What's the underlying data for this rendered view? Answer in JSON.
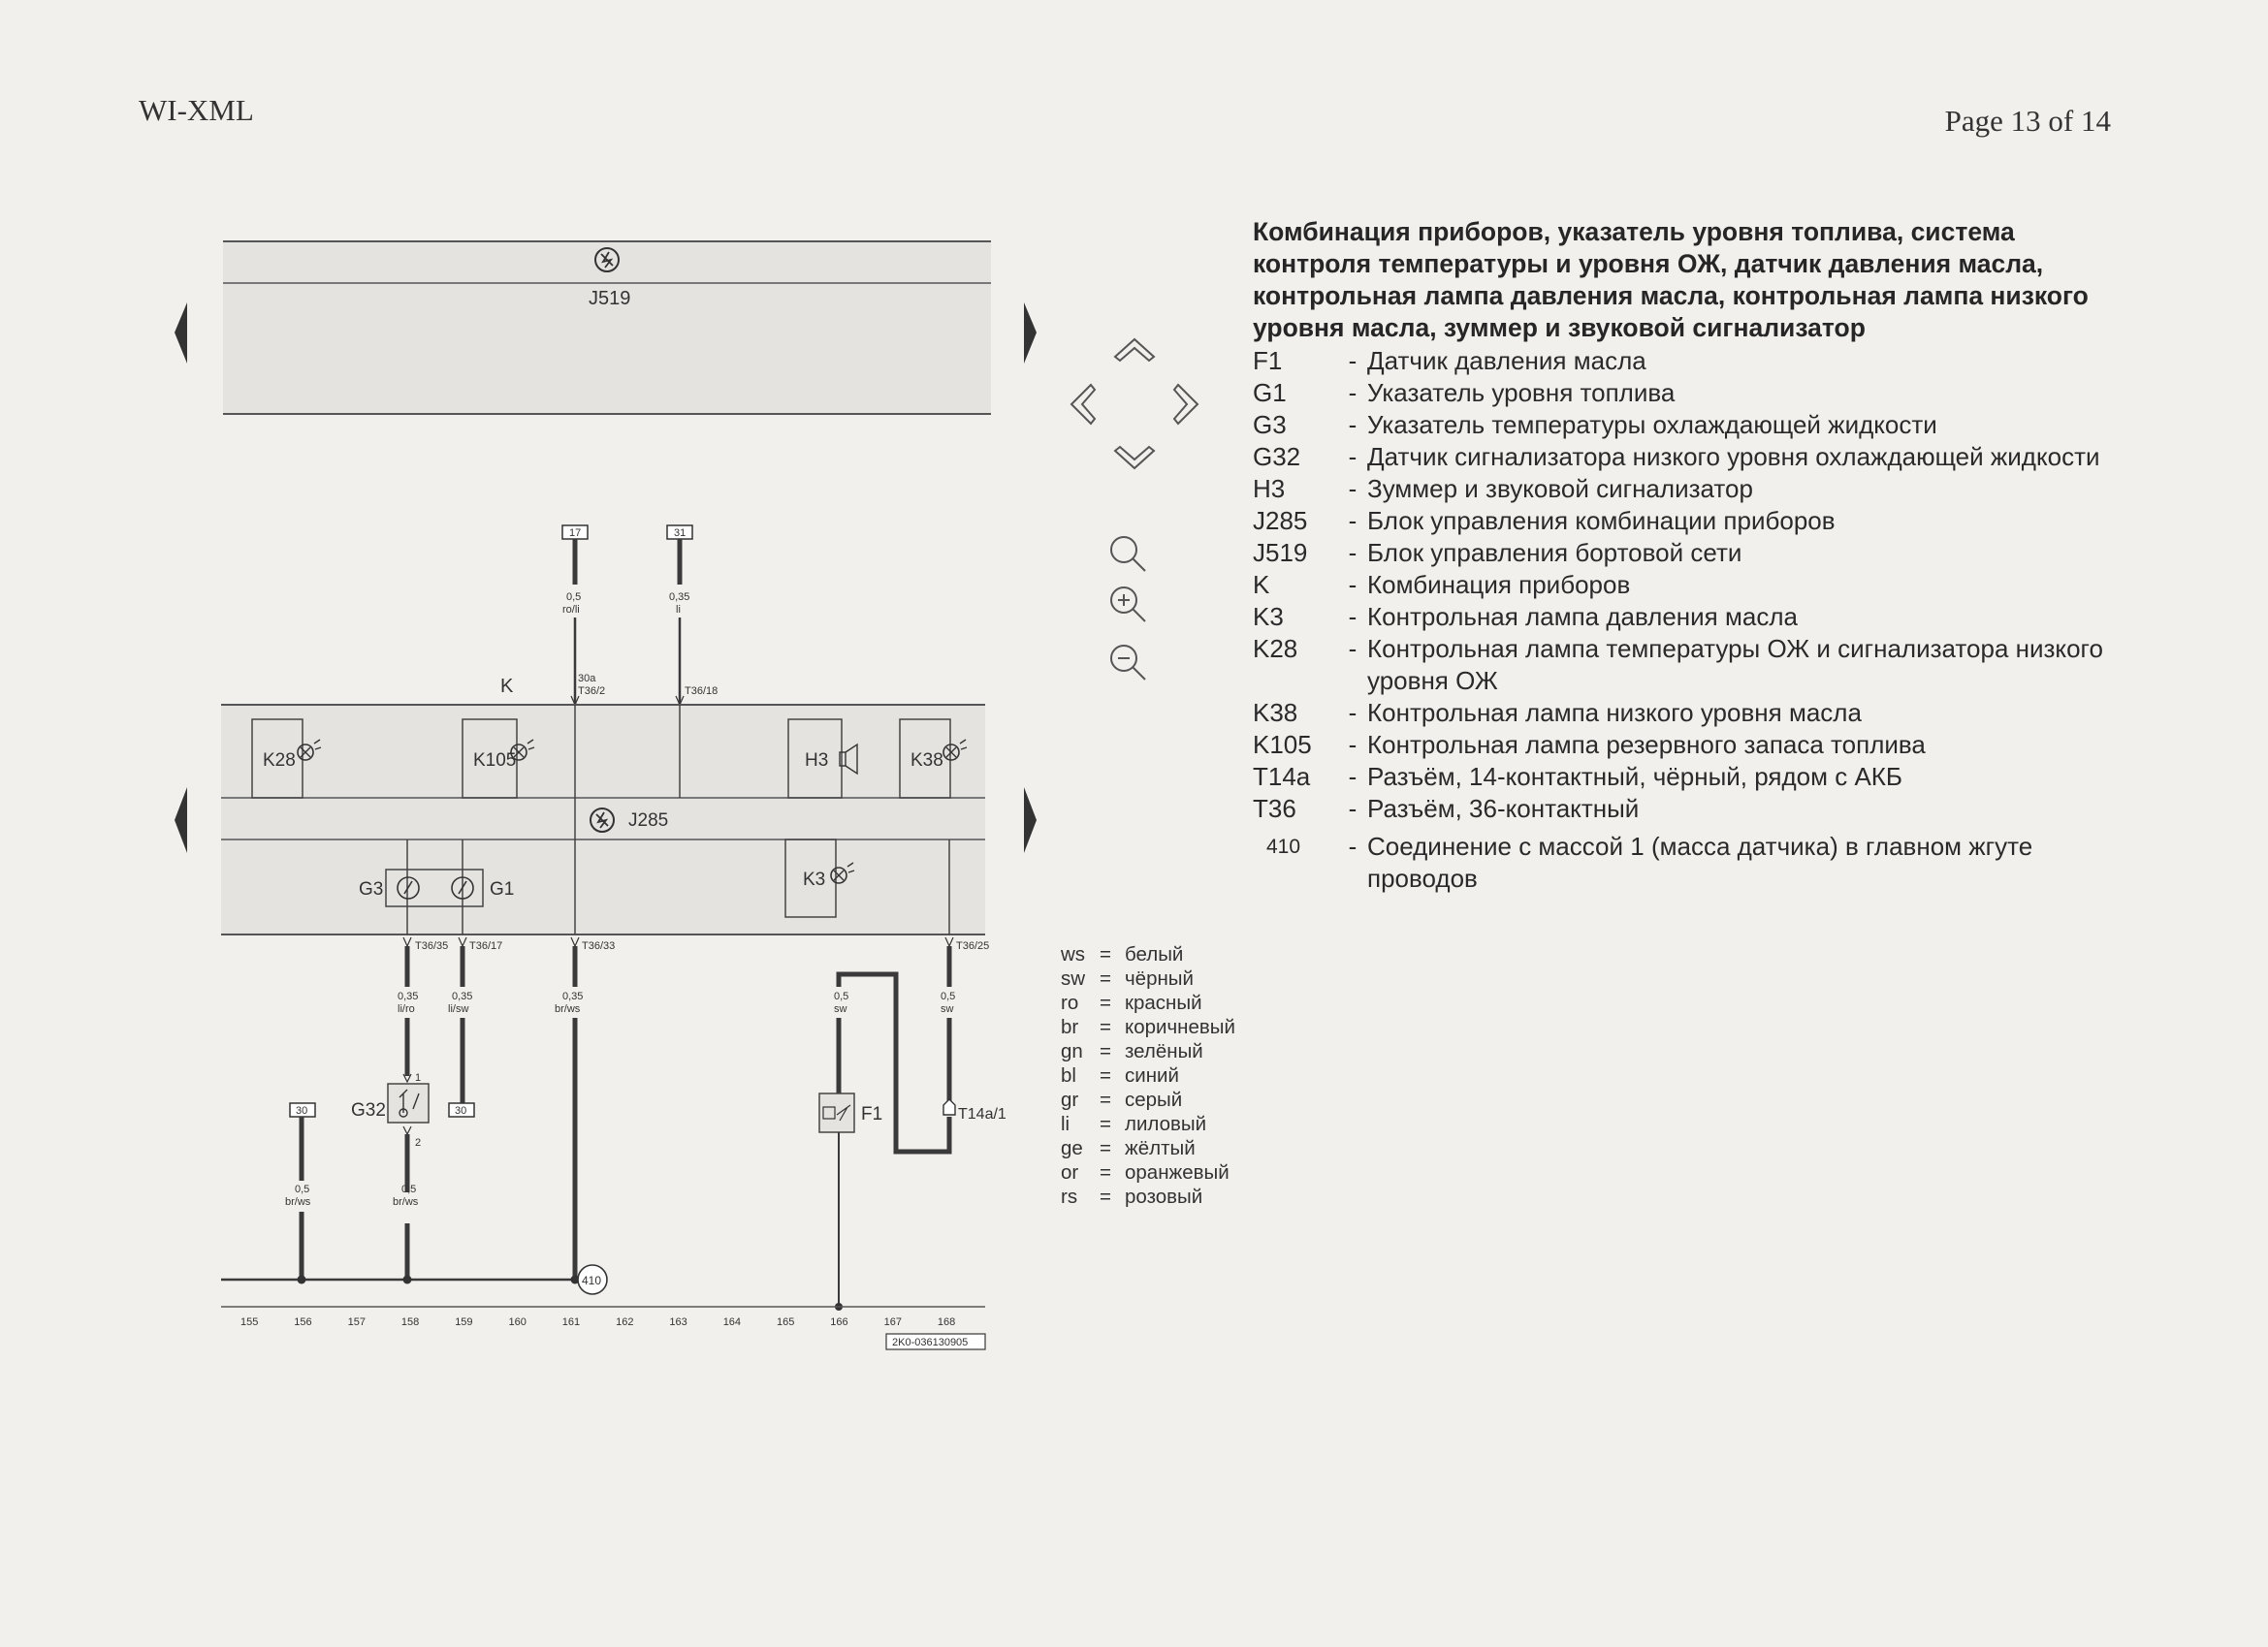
{
  "header": {
    "left": "WI-XML",
    "right": "Page 13 of 14"
  },
  "diagram": {
    "module_top": "J519",
    "module_mid": "J285",
    "k_label": "K",
    "k28": "K28",
    "k105": "K105",
    "h3": "H3",
    "k38": "K38",
    "k3": "K3",
    "g3": "G3",
    "g1": "G1",
    "g32": "G32",
    "f1": "F1",
    "t14a": "T14a/1",
    "term17": "17",
    "term31": "31",
    "term30a": "30",
    "term30b": "30",
    "w17_size": "0,5",
    "w17_color": "ro/li",
    "w31_size": "0,35",
    "w31_color": "li",
    "pin_30a": "30a",
    "pin_t36_2": "T36/2",
    "pin_t36_18": "T36/18",
    "pin_t36_35": "T36/35",
    "pin_t36_17": "T36/17",
    "pin_t36_33": "T36/33",
    "pin_t36_25": "T36/25",
    "w_g3_size": "0,35",
    "w_g3_color": "li/ro",
    "w_g1_size": "0,35",
    "w_g1_color": "li/sw",
    "w_gnd_size": "0,35",
    "w_gnd_color": "br/ws",
    "w_f1_size": "0,5",
    "w_f1_color": "sw",
    "w_t14_size": "0,5",
    "w_t14_color": "sw",
    "w_156_size": "0,5",
    "w_156_color": "br/ws",
    "w_158_size": "0,5",
    "w_158_color": "br/ws",
    "g32_pin1": "1",
    "g32_pin2": "2",
    "ground_point": "410",
    "scale": [
      "155",
      "156",
      "157",
      "158",
      "159",
      "160",
      "161",
      "162",
      "163",
      "164",
      "165",
      "166",
      "167",
      "168"
    ],
    "diagram_code": "2K0-036130905"
  },
  "legend": {
    "title": "Комбинация приборов, указатель уровня топлива, система контроля температуры и уровня ОЖ, датчик давления масла, контрольная лампа давления масла, контрольная лампа низкого уровня масла, зуммер и звуковой сигнализатор",
    "items": [
      {
        "code": "F1",
        "desc": "Датчик давления масла"
      },
      {
        "code": "G1",
        "desc": "Указатель уровня топлива"
      },
      {
        "code": "G3",
        "desc": "Указатель температуры охлаждающей жидкости"
      },
      {
        "code": "G32",
        "desc": "Датчик сигнализатора низкого уровня охлаждающей жидкости"
      },
      {
        "code": "H3",
        "desc": "Зуммер и звуковой сигнализатор"
      },
      {
        "code": "J285",
        "desc": "Блок управления комбинации приборов"
      },
      {
        "code": "J519",
        "desc": "Блок управления бортовой сети"
      },
      {
        "code": "K",
        "desc": "Комбинация приборов"
      },
      {
        "code": "K3",
        "desc": "Контрольная лампа давления масла"
      },
      {
        "code": "K28",
        "desc": "Контрольная лампа температуры ОЖ и сигнализатора низкого уровня ОЖ"
      },
      {
        "code": "K38",
        "desc": "Контрольная лампа низкого уровня масла"
      },
      {
        "code": "K105",
        "desc": "Контрольная лампа резервного запаса топлива"
      },
      {
        "code": "T14a",
        "desc": "Разъём, 14-контактный, чёрный, рядом с АКБ"
      },
      {
        "code": "T36",
        "desc": "Разъём, 36-контактный"
      },
      {
        "code": "410",
        "desc": "Соединение с массой 1 (масса датчика) в главном жгуте проводов"
      }
    ]
  },
  "color_codes": [
    {
      "code": "ws",
      "name": "белый"
    },
    {
      "code": "sw",
      "name": "чёрный"
    },
    {
      "code": "ro",
      "name": "красный"
    },
    {
      "code": "br",
      "name": "коричневый"
    },
    {
      "code": "gn",
      "name": "зелёный"
    },
    {
      "code": "bl",
      "name": "синий"
    },
    {
      "code": "gr",
      "name": "серый"
    },
    {
      "code": "li",
      "name": "лиловый"
    },
    {
      "code": "ge",
      "name": "жёлтый"
    },
    {
      "code": "or",
      "name": "оранжевый"
    },
    {
      "code": "rs",
      "name": "розовый"
    }
  ],
  "nav_icons": [
    "arrow-up-icon",
    "arrow-left-icon",
    "arrow-right-icon",
    "arrow-down-icon",
    "zoom-icon",
    "zoom-in-icon",
    "zoom-out-icon"
  ],
  "colors": {
    "paper": "#f1f0ec",
    "panel": "#e4e3e0",
    "wire": "#3a3a3a"
  }
}
